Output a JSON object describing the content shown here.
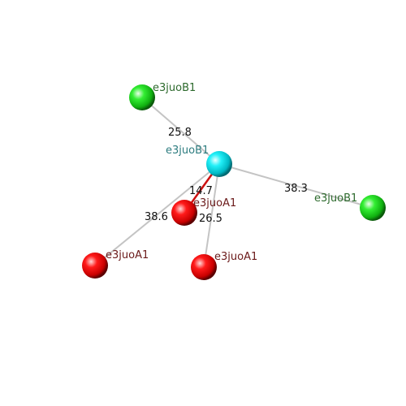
{
  "colors": {
    "background": "#ffffff",
    "edge": "#c4c4c4",
    "highlight_edge": "#cc1111",
    "center_sphere": "#00e5ee",
    "green_sphere": "#22dd22",
    "red_sphere": "#ee0000",
    "center_label": "#2e7d80",
    "green_label": "#2d6a2d",
    "red_label": "#6b1a1a"
  },
  "nodes": {
    "center": {
      "label": "e3juoB1",
      "color": "cyan"
    },
    "green_top": {
      "label": "e3juoB1",
      "color": "green"
    },
    "green_right": {
      "label": "e3juoB1",
      "color": "green"
    },
    "red_near": {
      "label": "e3juoA1",
      "color": "red"
    },
    "red_left": {
      "label": "e3juoA1",
      "color": "red"
    },
    "red_bottom": {
      "label": "e3juoA1",
      "color": "red"
    }
  },
  "edges": {
    "to_green_top": {
      "distance": "25.8"
    },
    "to_green_right": {
      "distance": "38.3"
    },
    "to_red_near": {
      "distance": "14.7"
    },
    "to_red_left": {
      "distance": "38.6"
    },
    "to_red_bottom": {
      "distance": "26.5"
    }
  }
}
